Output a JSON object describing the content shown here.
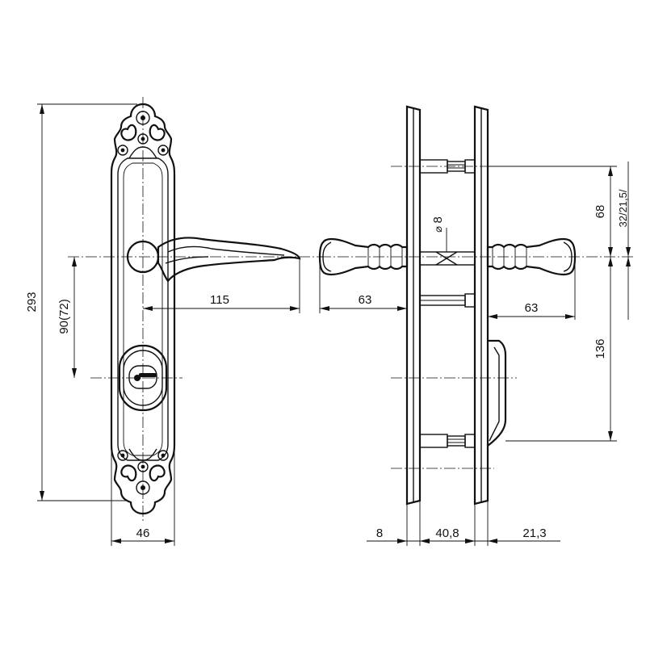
{
  "dimensions": {
    "total_height": "293",
    "lever_to_key": "90(72)",
    "lever_length": "115",
    "plate_width": "46",
    "knob_projection_left": "63",
    "knob_projection_right": "63",
    "upper_offset": "68",
    "lower_offset": "136",
    "door_thickness_range": "32/21,5/",
    "spindle": "8",
    "outer_plate": "8",
    "body_depth": "40,8",
    "inner_projection": "21,3"
  }
}
